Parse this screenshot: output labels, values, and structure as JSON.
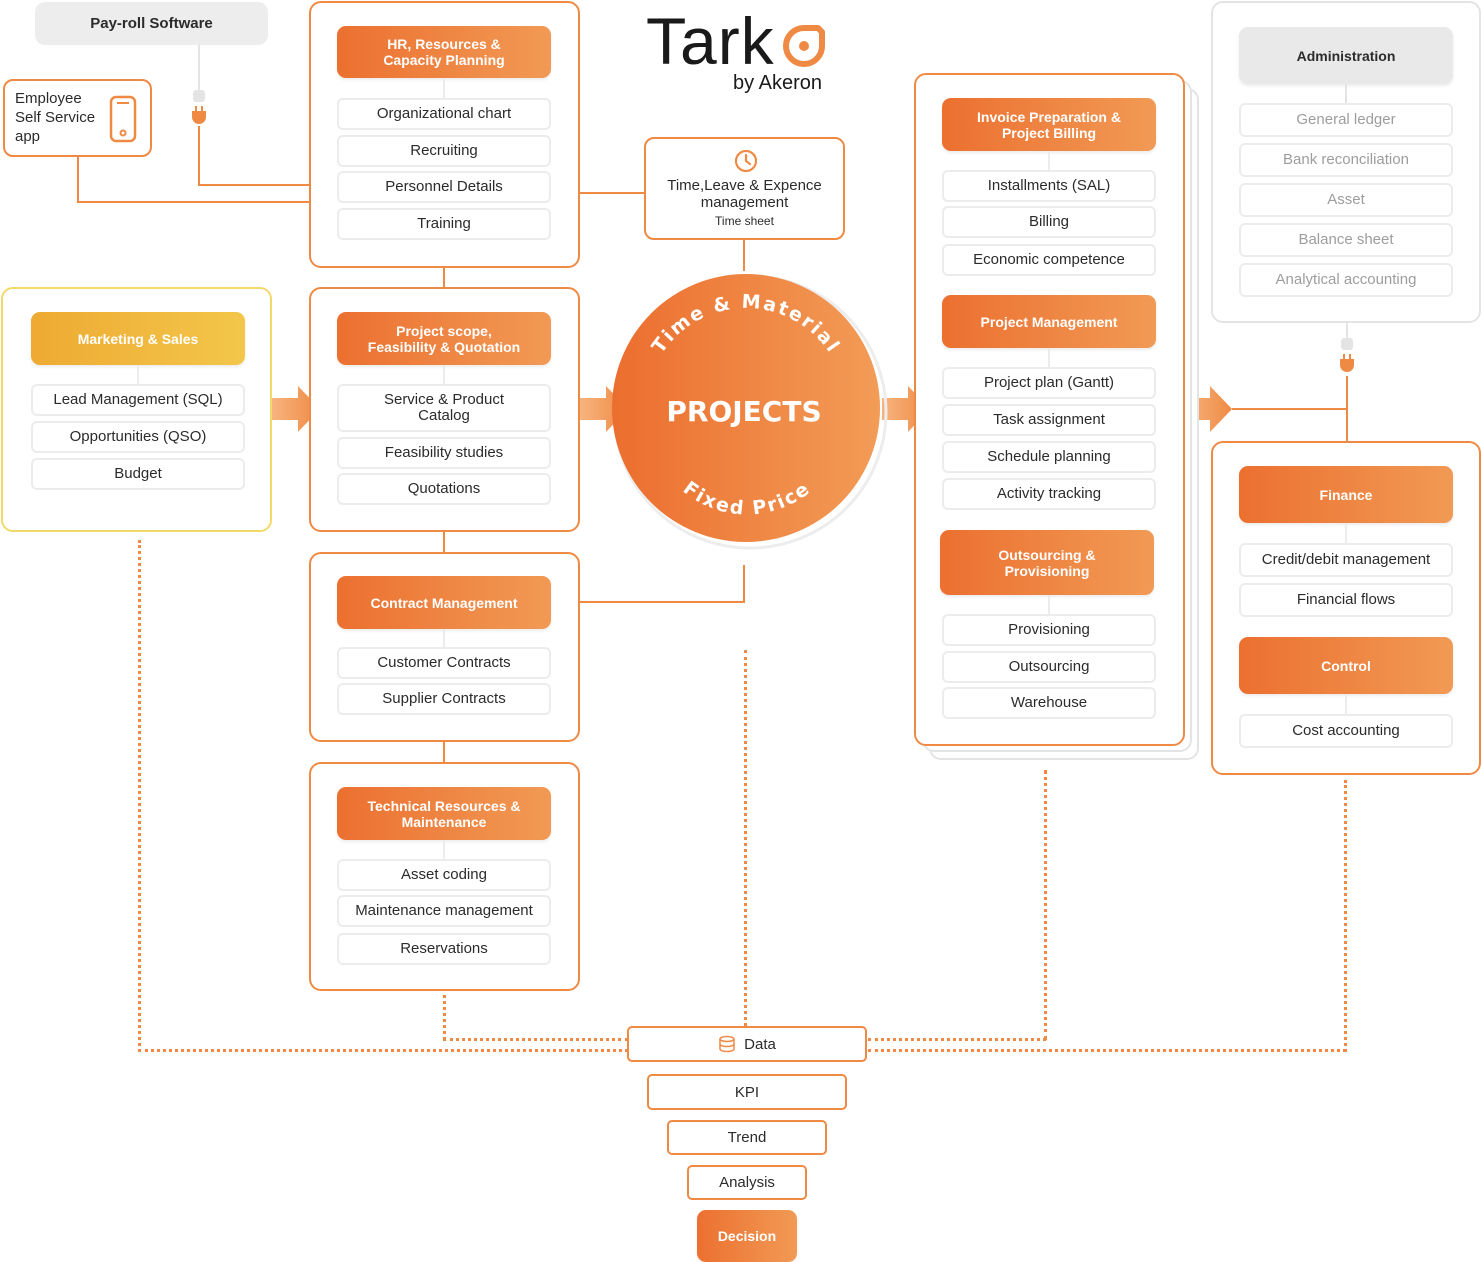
{
  "logo": {
    "name": "Tark",
    "byline": "by Akeron"
  },
  "payroll": {
    "label": "Pay-roll Software"
  },
  "ess": {
    "label": "Employee\nSelf Service\napp"
  },
  "hr": {
    "title": "HR, Resources &\nCapacity Planning",
    "items": [
      "Organizational chart",
      "Recruiting",
      "Personnel Details",
      "Training"
    ]
  },
  "marketing": {
    "title": "Marketing & Sales",
    "items": [
      "Lead Management (SQL)",
      "Opportunities (QSO)",
      "Budget"
    ]
  },
  "scope": {
    "title": "Project scope,\nFeasibility & Quotation",
    "items": [
      "Service & Product\nCatalog",
      "Feasibility studies",
      "Quotations"
    ]
  },
  "contract": {
    "title": "Contract Management",
    "items": [
      "Customer Contracts",
      "Supplier Contracts"
    ]
  },
  "technical": {
    "title": "Technical Resources &\nMaintenance",
    "items": [
      "Asset coding",
      "Maintenance management",
      "Reservations"
    ]
  },
  "timeleave": {
    "title": "Time,Leave & Expence\nmanagement",
    "subtitle": "Time sheet"
  },
  "projects": {
    "title": "PROJECTS",
    "top_arc": "Time & Material",
    "bottom_arc": "Fixed Price"
  },
  "invoice": {
    "title": "Invoice Preparation &\nProject Billing",
    "items": [
      "Installments (SAL)",
      "Billing",
      "Economic competence"
    ]
  },
  "pm": {
    "title": "Project Management",
    "items": [
      "Project plan (Gantt)",
      "Task assignment",
      "Schedule planning",
      "Activity tracking"
    ]
  },
  "outsourcing": {
    "title": "Outsourcing &\nProvisioning",
    "items": [
      "Provisioning",
      "Outsourcing",
      "Warehouse"
    ]
  },
  "administration": {
    "title": "Administration",
    "items": [
      "General ledger",
      "Bank reconciliation",
      "Asset",
      "Balance sheet",
      "Analytical accounting"
    ]
  },
  "finance": {
    "title": "Finance",
    "items": [
      "Credit/debit management",
      "Financial flows"
    ]
  },
  "control": {
    "title": "Control",
    "items": [
      "Cost accounting"
    ]
  },
  "funnel": {
    "data": "Data",
    "kpi": "KPI",
    "trend": "Trend",
    "analysis": "Analysis",
    "decision": "Decision"
  },
  "colors": {
    "accent": "#ef8a44",
    "accent_dark": "#ec7030",
    "yellow": "#f3c64a",
    "grey": "#e9e9e9"
  },
  "icons": [
    "phone-icon",
    "plug-icon",
    "clock-icon",
    "database-icon",
    "arrow-right-icon"
  ]
}
